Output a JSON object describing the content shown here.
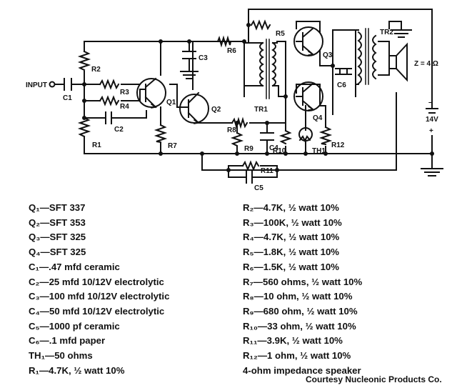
{
  "diagram": {
    "labels": {
      "input": "INPUT",
      "c1": "C1",
      "c2": "C2",
      "c3": "C3",
      "c4": "C4",
      "c5": "C5",
      "c6": "C6",
      "r1": "R1",
      "r2": "R2",
      "r3": "R3",
      "r4": "R4",
      "r5": "R5",
      "r6": "R6",
      "r7": "R7",
      "r8": "R8",
      "r9": "R9",
      "r10": "R10",
      "r11": "R11",
      "r12": "R12",
      "q1": "Q1",
      "q2": "Q2",
      "q3": "Q3",
      "q4": "Q4",
      "tr1": "TR1",
      "tr2": "TR2",
      "th1": "TH1",
      "impedance": "Z = 4 Ω",
      "minus": "–",
      "voltage": "14V",
      "plus": "+"
    }
  },
  "parts_list": {
    "left": [
      "Q₁—SFT 337",
      "Q₂—SFT 353",
      "Q₃—SFT 325",
      "Q₄—SFT 325",
      "C₁—.47 mfd ceramic",
      "C₂—25 mfd 10/12V electrolytic",
      "C₃—100 mfd 10/12V electrolytic",
      "C₄—50 mfd 10/12V electrolytic",
      "C₅—1000 pf ceramic",
      "C₆—.1 mfd paper",
      "TH₁—50 ohms",
      "R₁—4.7K, ½ watt 10%"
    ],
    "right": [
      "R₂—4.7K, ½ watt 10%",
      "R₃—100K, ½ watt 10%",
      "R₄—4.7K, ½ watt 10%",
      "R₅—1.8K, ½ watt 10%",
      "R₆—1.5K, ½ watt 10%",
      "R₇—560 ohms, ½ watt 10%",
      "R₈—10 ohm, ½ watt 10%",
      "R₉—680 ohm, ½ watt 10%",
      "R₁₀—33 ohm, ½ watt 10%",
      "R₁₁—3.9K, ½ watt 10%",
      "R₁₂—1 ohm, ½ watt 10%",
      "4-ohm impedance speaker"
    ]
  },
  "credit": "Courtesy Nucleonic Products Co."
}
